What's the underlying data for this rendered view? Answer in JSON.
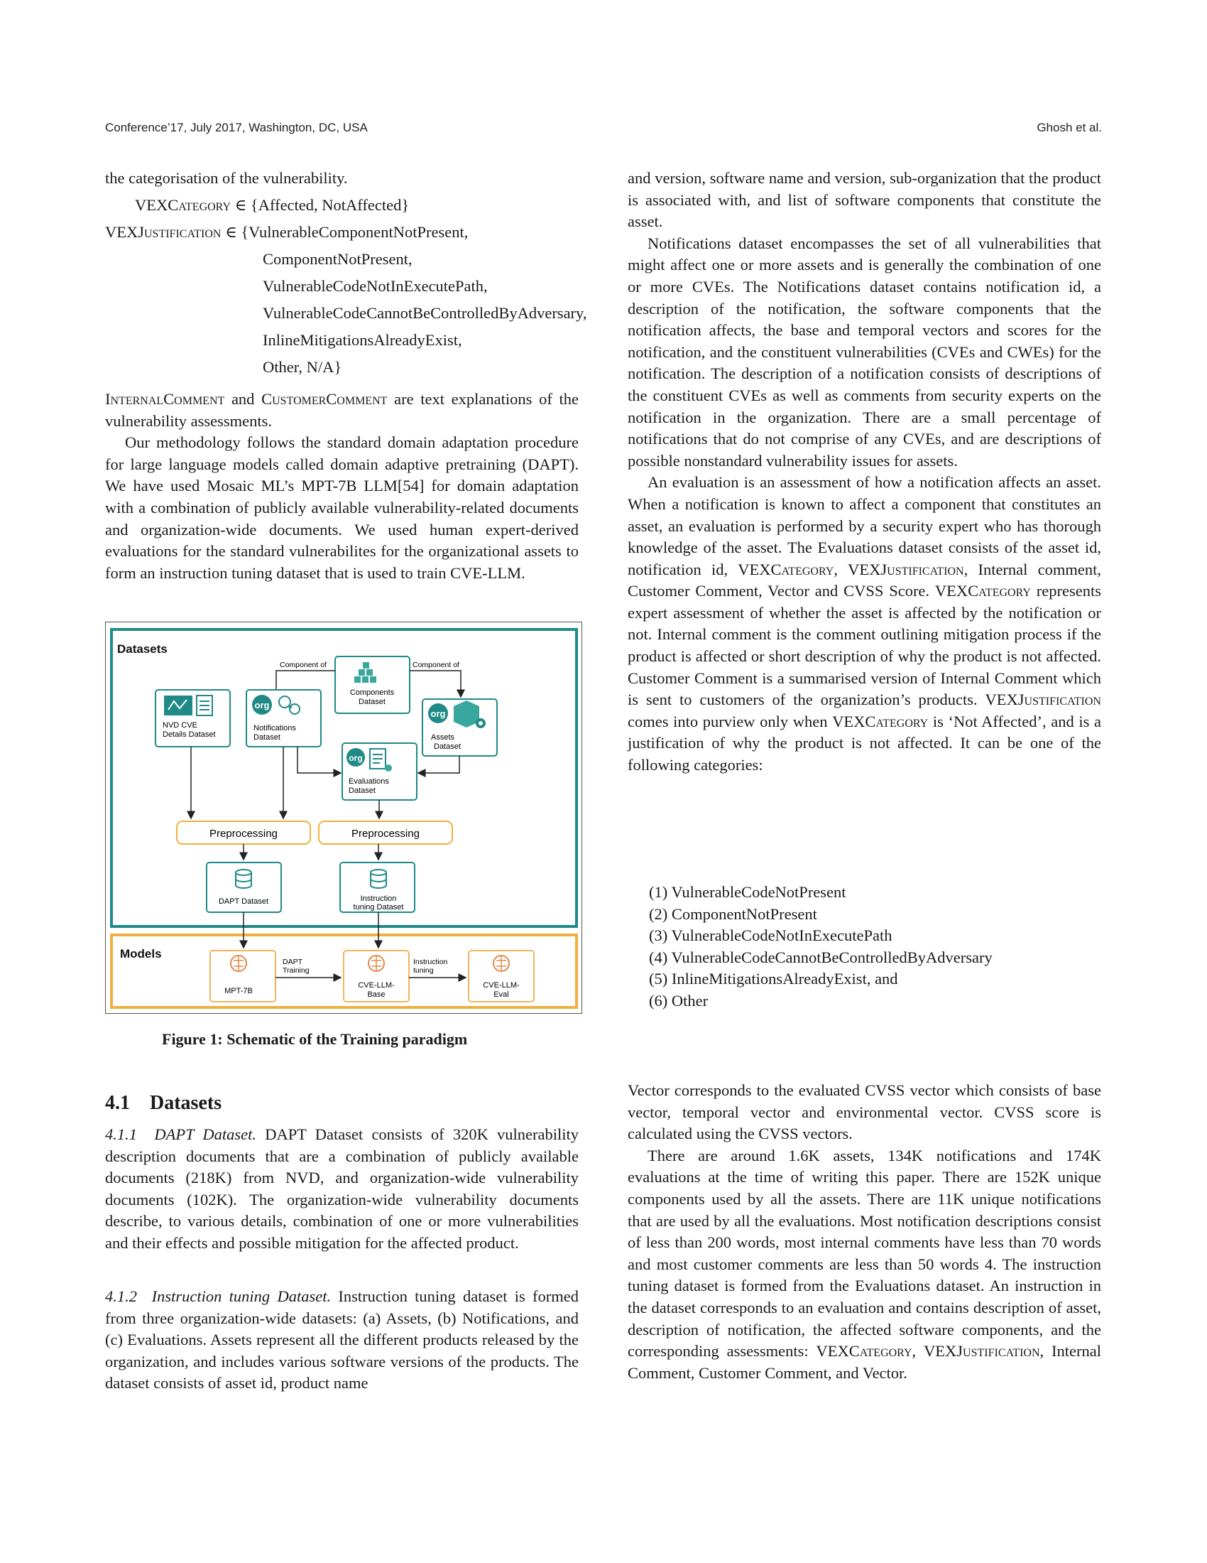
{
  "header": {
    "left": "Conference’17, July 2017, Washington, DC, USA",
    "right": "Ghosh et al."
  },
  "left_col": {
    "line1": "the categorisation of the vulnerability.",
    "vexcat_name": "VEXCategory",
    "vexcat_value": "∈ {Affected, NotAffected}",
    "vexjust_name": "VEXJustification",
    "vexjust_values": [
      "∈ {VulnerableComponentNotPresent,",
      "ComponentNotPresent,",
      "VulnerableCodeNotInExecutePath,",
      "VulnerableCodeCannotBeControlledByAdversary,",
      "InlineMitigationsAlreadyExist,",
      "Other, N/A}"
    ],
    "internal_comment": "InternalComment",
    "and_word": " and ",
    "customer_comment": "CustomerComment",
    "comment_tail": " are text explanations of the vulnerability assessments.",
    "para_method": "Our methodology follows the standard domain adaptation procedure for large language models called domain adaptive pretraining (DAPT). We have used Mosaic ML’s MPT-7B LLM[54] for domain adaptation with a combination of publicly available vulnerability-related documents and organization-wide documents. We used human expert-derived evaluations for the standard vulnerabilites for the organizational assets to form an instruction tuning dataset that is used to train CVE-LLM."
  },
  "figure": {
    "caption": "Figure 1: Schematic of the Training paradigm",
    "datasets_label": "Datasets",
    "models_label": "Models",
    "component_of_left": "Component of",
    "component_of_right": "Component of",
    "components_dataset": [
      "Components",
      "Dataset"
    ],
    "nvd_dataset": [
      "NVD CVE",
      "Details Dataset"
    ],
    "notifications_dataset": [
      "Notifications",
      "Dataset"
    ],
    "assets_dataset": [
      "Assets",
      "Dataset"
    ],
    "evaluations_dataset": [
      "Evaluations",
      "Dataset"
    ],
    "preprocessing_left": "Preprocessing",
    "preprocessing_right": "Preprocessing",
    "dapt_dataset": "DAPT Dataset",
    "instruction_dataset": [
      "Instruction",
      "tuning Dataset"
    ],
    "mpt": "MPT-7B",
    "dapt_training": [
      "DAPT",
      "Training"
    ],
    "cve_base": [
      "CVE-LLM-",
      "Base"
    ],
    "instruction_tuning": [
      "Instruction",
      "tuning"
    ],
    "cve_eval": [
      "CVE-LLM-",
      "Eval"
    ],
    "org_icon_text": "org",
    "colors": {
      "teal": "#1f8a86",
      "orange": "#f0b040",
      "model_orange": "#f2b55a"
    }
  },
  "section": {
    "number": "4.1",
    "title": "Datasets",
    "dapt_num": "4.1.1",
    "dapt_title": "DAPT Dataset.",
    "dapt_text": "DAPT Dataset consists of 320K vulnerability description documents that are a combination of publicly available documents (218K) from NVD, and organization-wide vulnerability documents (102K). The organization-wide vulnerability documents describe, to various details, combination of one or more vulnerabilities and their effects and possible mitigation for the affected product.",
    "it_num": "4.1.2",
    "it_title": "Instruction tuning Dataset.",
    "it_text": "Instruction tuning dataset is formed from three organization-wide datasets: (a) Assets, (b) Notifications, and (c) Evaluations. Assets represent all the different products released by the organization, and includes various software versions of the products. The dataset consists of asset id, product name"
  },
  "right_col": {
    "para1": "and version, software name and version, sub-organization that the product is associated with, and list of software components that constitute the asset.",
    "para2": "Notifications dataset encompasses the set of all vulnerabilities that might affect one or more assets and is generally the combination of one or more CVEs. The Notifications dataset contains notification id, a description of the notification, the software components that the notification affects, the base and temporal vectors and scores for the notification, and the constituent vulnerabilities (CVEs and CWEs) for the notification. The description of a notification consists of descriptions of the constituent CVEs as well as comments from security experts on the notification in the organization. There are a small percentage of notifications that do not comprise of any CVEs, and are descriptions of possible nonstandard vulnerability issues for assets.",
    "para3_a": "An evaluation is an assessment of how a notification affects an asset. When a notification is known to affect a component that constitutes an asset, an evaluation is performed by a security expert who has thorough knowledge of the asset. The Evaluations dataset consists of the asset id, notification id, ",
    "para3_vexcat": "VEXCategory",
    "para3_b": ", ",
    "para3_vexjust": "VEXJustification",
    "para3_c": ", Internal comment, Customer Comment, Vector and CVSS Score. ",
    "para3_vexcat2": "VEXCategory",
    "para3_d": " represents expert assessment of whether the asset is affected by the notification or not. Internal comment is the comment outlining mitigation process if the product is affected or short description of why the product is not affected. Customer Comment is a summarised version of Internal Comment which is sent to customers of the organization’s products. ",
    "para3_vexjust2": "VEXJustification",
    "para3_e": " comes into purview only when ",
    "para3_vexcat3": "VEXCategory",
    "para3_f": " is ‘Not Affected’, and is a justification of why the product is not affected. It can be one of the following categories:",
    "categories": [
      "(1)  VulnerableCodeNotPresent",
      "(2)  ComponentNotPresent",
      "(3)  VulnerableCodeNotInExecutePath",
      "(4)  VulnerableCodeCannotBeControlledByAdversary",
      "(5)  InlineMitigationsAlreadyExist, and",
      "(6)  Other"
    ],
    "para4": "Vector corresponds to the evaluated CVSS vector which consists of base vector, temporal vector and environmental vector. CVSS score is calculated using the CVSS vectors.",
    "para5_a": "There are around 1.6K assets, 134K notifications and 174K evaluations at the time of writing this paper. There are 152K unique components used by all the assets. There are 11K unique notifications that are used by all the evaluations. Most notification descriptions consist of less than 200 words, most internal comments have less than 70 words and most customer comments are less than 50 words 4. The instruction tuning dataset is formed from the Evaluations dataset. An instruction in the dataset corresponds to an evaluation and contains description of asset, description of notification, the affected software components, and the corresponding assessments: ",
    "para5_vexcat": "VEXCategory",
    "para5_b": ", ",
    "para5_vexjust": "VEXJustification",
    "para5_c": ", Internal Comment, Customer Comment, and Vector."
  }
}
